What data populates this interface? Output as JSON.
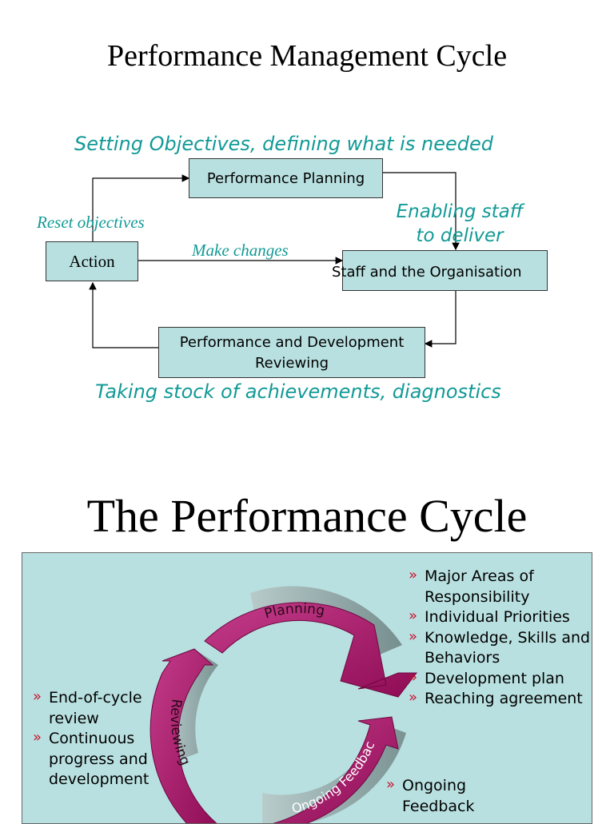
{
  "top_diagram": {
    "title": "Performance Management Cycle",
    "caption_top": "Setting Objectives, defining what is needed",
    "caption_bottom": "Taking stock of achievements, diagnostics",
    "boxes": {
      "planning": "Performance Planning",
      "staff_org": "Staff and the Organisation",
      "reviewing_line1": "Performance and Development",
      "reviewing_line2": "Reviewing",
      "action": "Action"
    },
    "labels": {
      "enabling_line1": "Enabling staff",
      "enabling_line2": "to deliver",
      "reset": "Reset objectives",
      "make_changes": "Make changes"
    }
  },
  "bottom_diagram": {
    "title": "The Performance Cycle",
    "cycle_labels": {
      "planning": "Planning",
      "reviewing": "Reviewing",
      "feedback": "Ongoing Feedback"
    },
    "planning_bullets": [
      "Major Areas of Responsibility",
      "Individual Priorities",
      "Knowledge, Skills and Behaviors",
      "Development plan",
      "Reaching agreement"
    ],
    "reviewing_bullets": [
      "End-of-cycle review",
      "Continuous progress and development"
    ],
    "feedback_bullets": [
      "Ongoing Feedback"
    ]
  },
  "colors": {
    "box_fill": "#b9e0e0",
    "teal_text": "#129a96",
    "arrow_magenta": "#a0115f",
    "bullet_red": "#c8102e"
  }
}
